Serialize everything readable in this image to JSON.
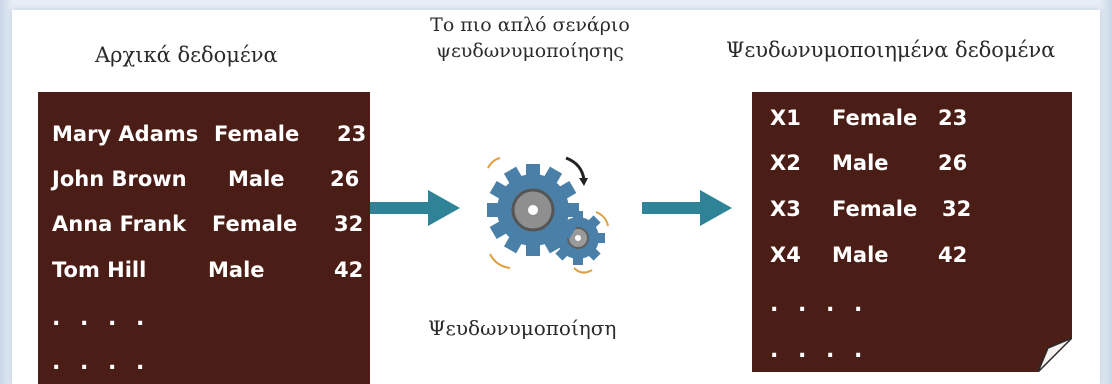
{
  "original": {
    "heading": "Αρχικά δεδομένα",
    "rows": [
      {
        "name": "Mary Adams",
        "gender": "Female",
        "age": "23"
      },
      {
        "name": "John Brown",
        "gender": "Male",
        "age": "26"
      },
      {
        "name": "Anna Frank",
        "gender": "Female",
        "age": "32"
      },
      {
        "name": "Tom Hill",
        "gender": "Male",
        "age": "42"
      }
    ],
    "ellipsis": [
      ". . . .",
      ". . . ."
    ]
  },
  "process": {
    "title_line1": "Το πιο απλό σενάριο",
    "title_line2": "ψευδωνυμοποίησης",
    "label": "Ψευδωνυμοποίηση",
    "icon": "gears-icon"
  },
  "pseudonymized": {
    "heading": "Ψευδωνυμοποιημένα δεδομένα",
    "rows": [
      {
        "id": "X1",
        "gender": "Female",
        "age": "23"
      },
      {
        "id": "X2",
        "gender": "Male",
        "age": "26"
      },
      {
        "id": "X3",
        "gender": "Female",
        "age": "32"
      },
      {
        "id": "X4",
        "gender": "Male",
        "age": "42"
      }
    ],
    "ellipsis": [
      ". . . .",
      ". . . ."
    ]
  },
  "colors": {
    "panel": "#4a1e16",
    "arrow": "#2e8496",
    "gear_large": "#4a7fa8",
    "gear_hub": "#8f8f8f"
  }
}
